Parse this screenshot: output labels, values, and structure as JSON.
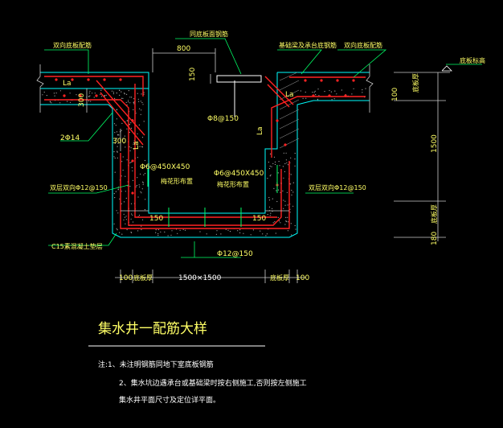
{
  "drawing": {
    "title": "集水井一配筋大样",
    "notes": [
      "注:1、未注明钢筋同地下室底板钢筋",
      "2、集水坑边遇承台或基础梁时按右侧施工,否则按左侧施工",
      "集水井平面尺寸及定位详平面。"
    ],
    "callouts": {
      "top_left_bars": "双向底板配筋",
      "top_center_bars": "同底板面钢筋",
      "top_right_mid": "基础梁及承台底钢筋",
      "top_right_bars": "双向底板配筋",
      "far_right": "底板标高",
      "bars_2_14": "2Φ14",
      "wall_bars_left": "双层双向Φ12@150",
      "wall_bars_right": "双层双向Φ12@150",
      "cushion": "C15素混凝土垫层",
      "stirrup_left": "Φ6@450X450",
      "stirrup_left_sub": "梅花形布置",
      "stirrup_right": "Φ6@450X450",
      "stirrup_right_sub": "梅花形布置",
      "bar_top": "Φ8@150",
      "bottom_bar": "Φ12@150",
      "la_1": "La",
      "la_2": "La",
      "la_3": "La",
      "la_4": "La"
    },
    "dimensions": {
      "top_width": "800",
      "d150_top": "150",
      "d300_a": "300",
      "d300_b": "300",
      "d150_left": "150",
      "d150_right": "150",
      "d1500_v": "1500",
      "d100_right": "100",
      "d100_right_label": "底板厚",
      "d100_side_label": "底板厚",
      "d180": "180",
      "bot_100_left": "100",
      "bot_label_left": "底板厚",
      "bot_center": "1500×1500",
      "bot_label_right": "底板厚",
      "bot_100_right": "100"
    }
  }
}
